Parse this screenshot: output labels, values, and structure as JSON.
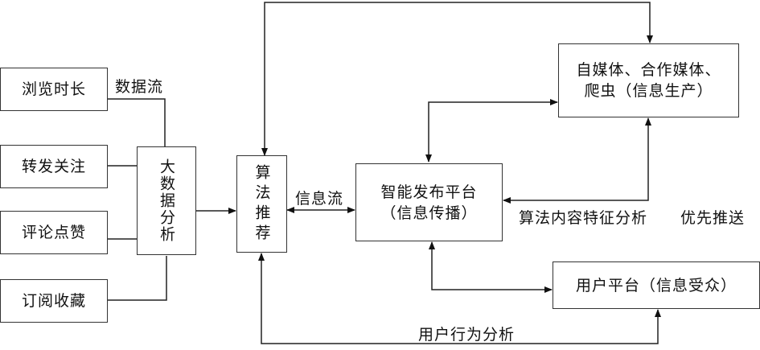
{
  "diagram": {
    "inputs": [
      {
        "id": "browse",
        "label": "浏览时长"
      },
      {
        "id": "forward",
        "label": "转发关注"
      },
      {
        "id": "comment",
        "label": "评论点赞"
      },
      {
        "id": "subscribe",
        "label": "订阅收藏"
      }
    ],
    "bigdata": {
      "label": "大数据分析"
    },
    "algo": {
      "label": "算法推荐"
    },
    "platform": {
      "line1": "智能发布平台",
      "line2": "（信息传播）"
    },
    "producers": {
      "line1": "自媒体、合作媒体、",
      "line2": "爬虫（信息生产）"
    },
    "users": {
      "label": "用户平台（信息受众）"
    },
    "edge_labels": {
      "data_flow": "数据流",
      "info_flow": "信息流",
      "content_analysis": "算法内容特征分析",
      "priority_push": "优先推送",
      "user_behavior": "用户行为分析"
    }
  }
}
